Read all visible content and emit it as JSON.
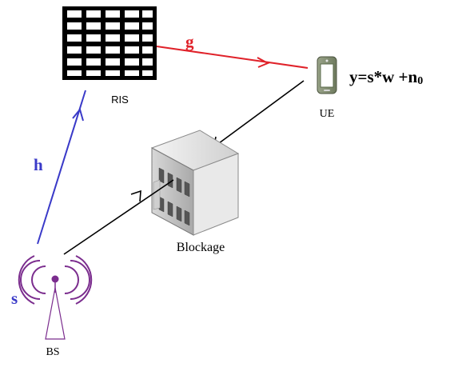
{
  "nodes": {
    "ris": {
      "label": "RIS"
    },
    "ue": {
      "label": "UE"
    },
    "bs": {
      "label": "BS"
    },
    "blockage": {
      "label": "Blockage"
    }
  },
  "links": {
    "h": {
      "label": "h"
    },
    "g": {
      "label": "g"
    }
  },
  "signal": {
    "label": "s"
  },
  "equation": {
    "main": "y=s*w +n",
    "subscript": "0"
  },
  "colors": {
    "h_link": "#3a3ac8",
    "g_link": "#e0222a",
    "signal": "#3a3ac8",
    "bs_antenna": "#7b2d8e",
    "direct_link": "#000000"
  }
}
